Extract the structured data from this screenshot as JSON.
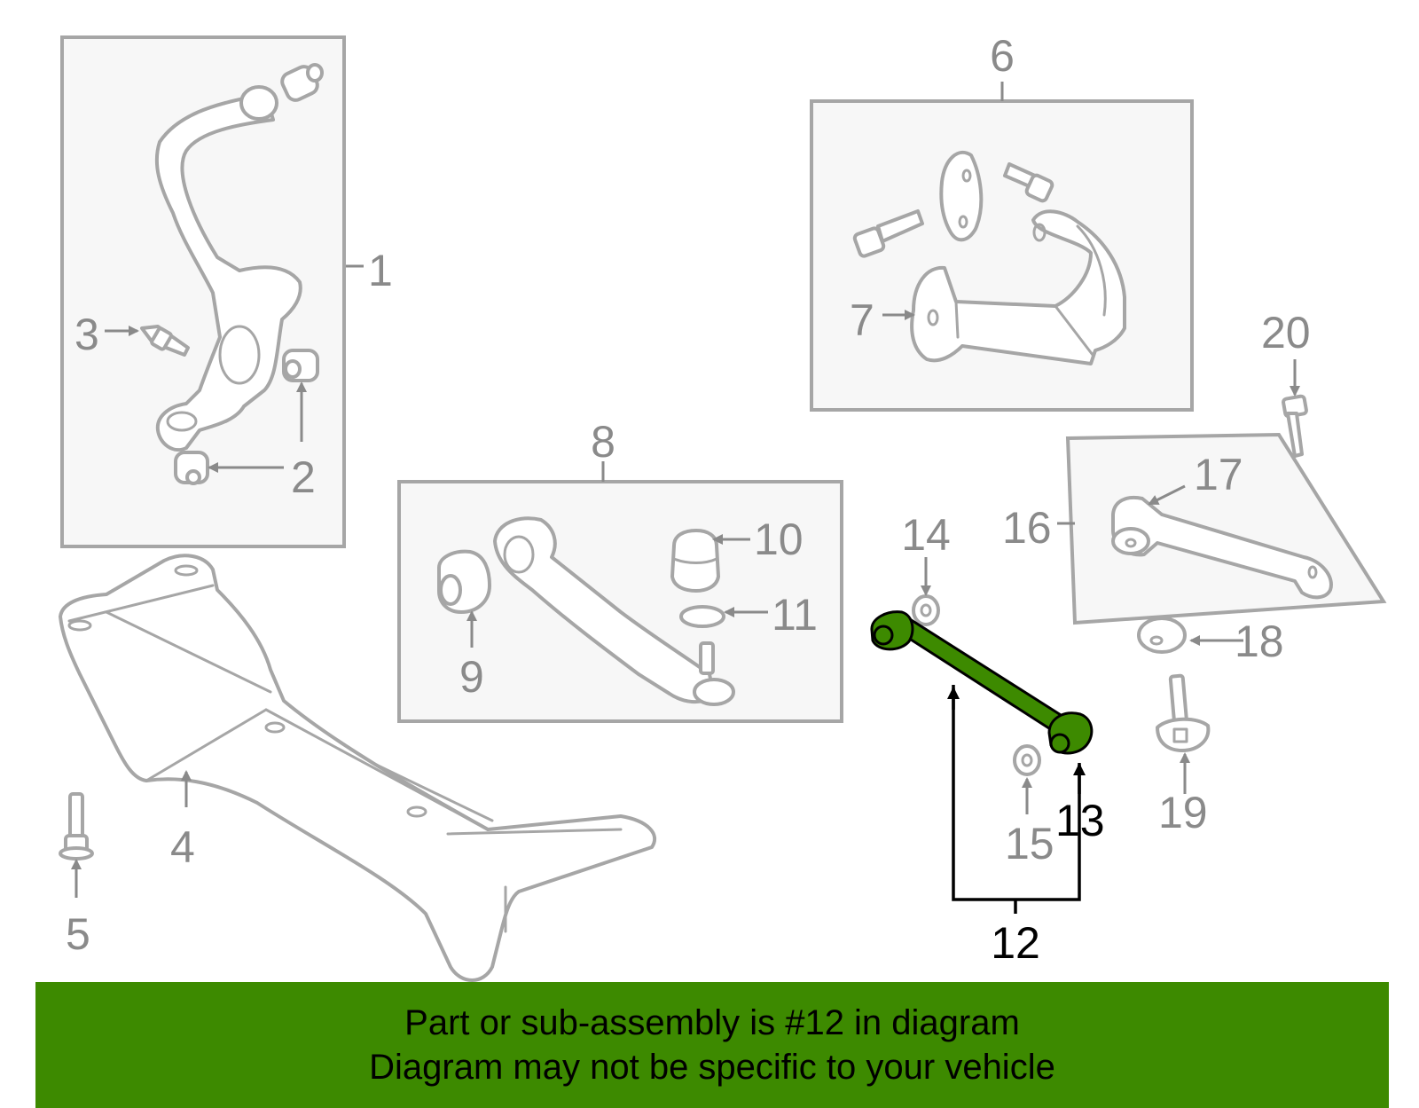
{
  "callouts": [
    "1",
    "2",
    "3",
    "4",
    "5",
    "6",
    "7",
    "8",
    "9",
    "10",
    "11",
    "12",
    "13",
    "14",
    "15",
    "16",
    "17",
    "18",
    "19",
    "20"
  ],
  "highlighted_callouts": [
    "12",
    "13"
  ],
  "colors": {
    "highlight": "#3d8a00",
    "line_art": "#a6a6a6",
    "label": "#8a8a8a",
    "box_fill": "#f7f7f7"
  },
  "banner": {
    "line1": "Part or sub-assembly is #12 in diagram",
    "line2": "Diagram may not be specific to your vehicle"
  }
}
